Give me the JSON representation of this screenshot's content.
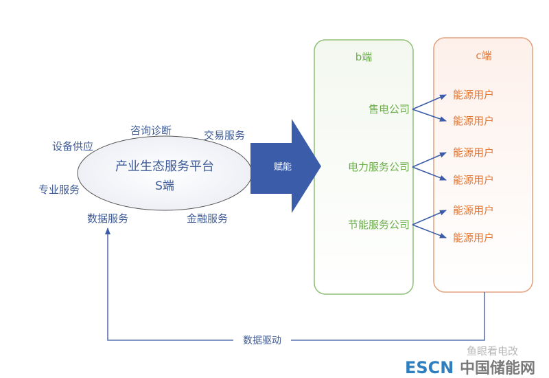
{
  "platform": {
    "title": "产业生态服务平台",
    "subtitle": "S端"
  },
  "services": [
    "设备供应",
    "咨询诊断",
    "交易服务",
    "专业服务",
    "数据服务",
    "金融服务"
  ],
  "empower_label": "赋能",
  "b_side": {
    "title": "b端",
    "companies": [
      "售电公司",
      "电力服务公司",
      "节能服务公司"
    ]
  },
  "c_side": {
    "title": "c端",
    "users": [
      "能源用户",
      "能源用户",
      "能源用户",
      "能源用户",
      "能源用户",
      "能源用户"
    ]
  },
  "feedback_label": "数据驱动",
  "watermark": "鱼眼看电改",
  "logo": {
    "latin": "ESCN",
    "chinese": "中国储能网"
  },
  "colors": {
    "blue": "#3b5ca8",
    "green": "#6cae4c",
    "orange": "#e0783a"
  }
}
